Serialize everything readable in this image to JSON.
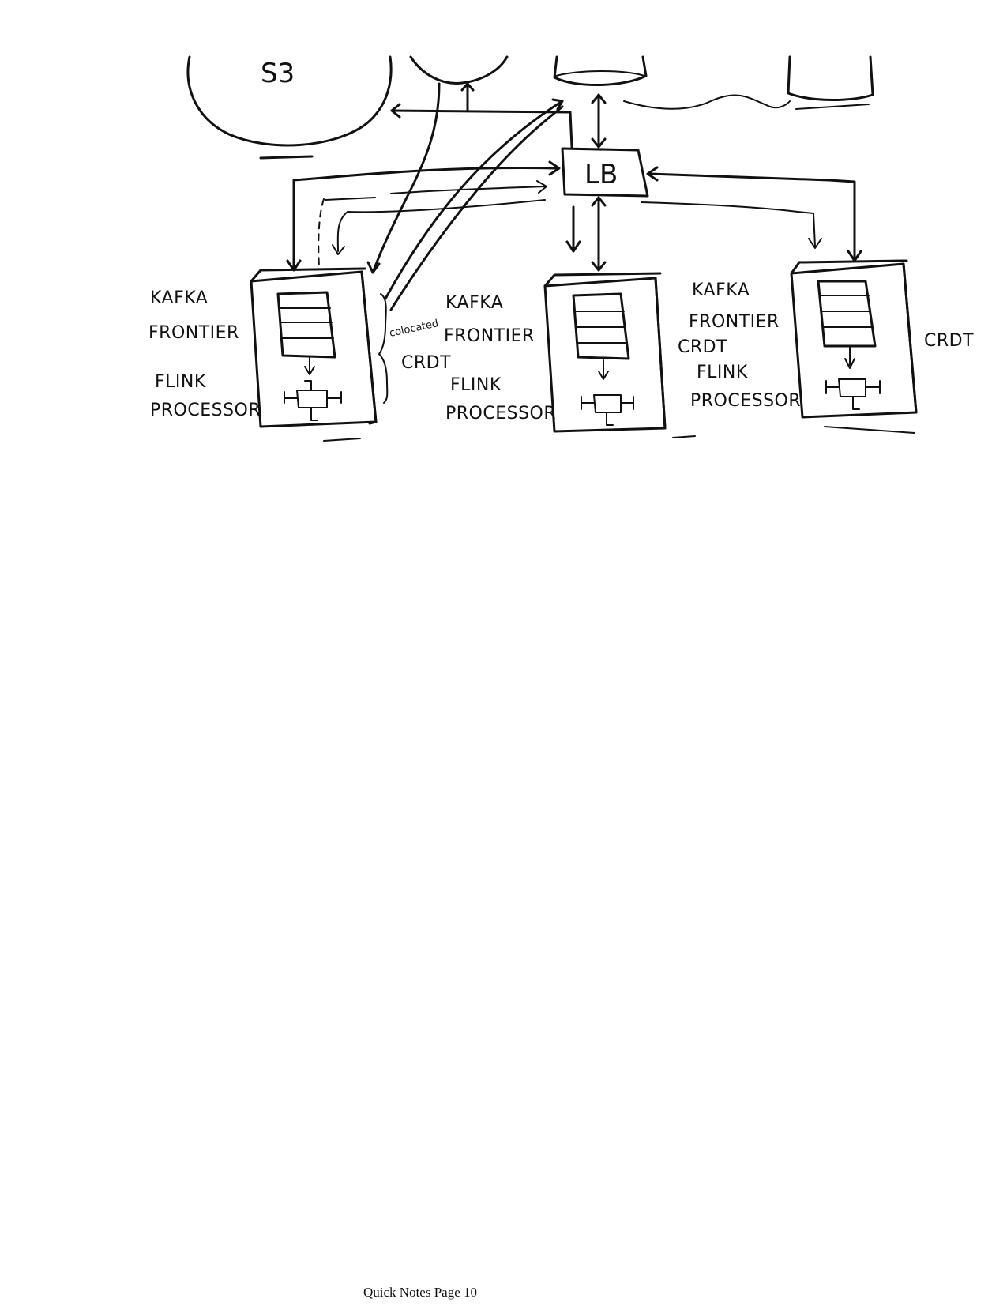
{
  "diagram": {
    "s3_label": "S3",
    "lb_label": "LB",
    "node_left": {
      "label_kafka": "KAFKA",
      "label_frontier": "FRONTIER",
      "label_flink": "FLINK",
      "label_processor": "PROCESSOR"
    },
    "node_middle": {
      "label_kafka": "KAFKA",
      "label_frontier": "FRONTIER",
      "label_flink": "FLINK",
      "label_processor": "PROCESSOR"
    },
    "node_right": {
      "label_kafka": "KAFKA",
      "label_frontier": "FRONTIER",
      "label_flink": "FLINK",
      "label_processor": "PROCESSOR"
    },
    "annotation_colocated": "colocated",
    "annotation_crdt_left": "CRDT",
    "annotation_crdt_middle": "CRDT",
    "annotation_crdt_right": "CRDT"
  },
  "footer": {
    "page_label": "Quick Notes Page 10"
  }
}
